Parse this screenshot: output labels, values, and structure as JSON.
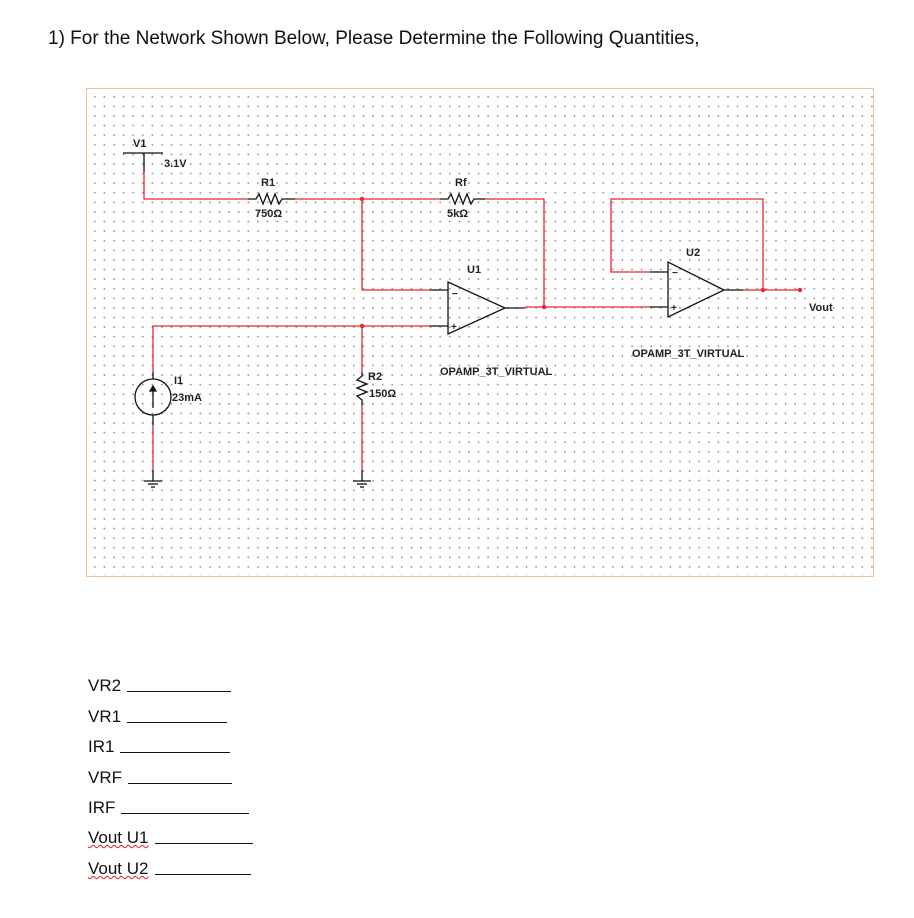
{
  "question": "1)   For the Network Shown Below, Please Determine the Following Quantities,",
  "circuit": {
    "v1": {
      "name": "V1",
      "value": "3.1V"
    },
    "r1": {
      "name": "R1",
      "value": "750Ω"
    },
    "rf": {
      "name": "Rf",
      "value": "5kΩ"
    },
    "r2": {
      "name": "R2",
      "value": "150Ω"
    },
    "i1": {
      "name": "I1",
      "value": "23mA"
    },
    "u1": {
      "name": "U1",
      "model": "OPAMP_3T_VIRTUAL"
    },
    "u2": {
      "name": "U2",
      "model": "OPAMP_3T_VIRTUAL"
    },
    "output": "Vout",
    "wire_color": "#e8262a"
  },
  "answers": [
    "VR2",
    "VR1",
    "IR1",
    "VRF",
    "IRF",
    "Vout U1",
    "Vout U2"
  ]
}
